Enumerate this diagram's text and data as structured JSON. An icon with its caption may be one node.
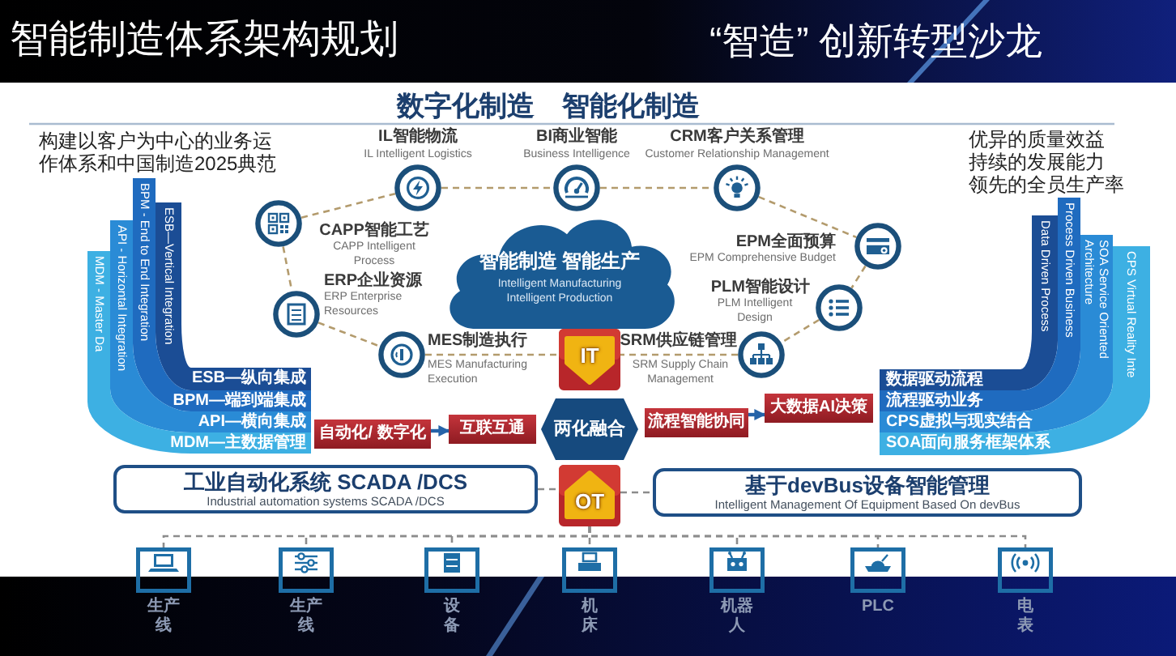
{
  "diagram": {
    "title": "智能制造体系架构规划",
    "nodes": [
      {
        "text": [],
        "shape": "circle",
        "beside": [
          "IL智能物流",
          "IL Intelligent Logistics"
        ]
      },
      {
        "text": [],
        "shape": "circle",
        "beside": [
          "BI商业智能",
          "Business Intelligence"
        ]
      },
      {
        "text": [],
        "shape": "circle",
        "beside": [
          "CRM客户关系管理",
          "Customer Relationship Management"
        ]
      },
      {
        "text": [],
        "shape": "circle",
        "beside": [
          "CAPP智能工艺",
          "CAPP Intelligent Process"
        ]
      },
      {
        "text": [],
        "shape": "circle",
        "beside": [
          "EPM全面预算",
          "EPM Comprehensive Budget"
        ]
      },
      {
        "text": [
          "智能制造 智能生产",
          "Intelligent Manufacturing Intelligent Production"
        ]
      },
      {
        "text": [],
        "shape": "circle",
        "beside": [
          "ERP企业资源",
          "ERP Enterprise Resources"
        ]
      },
      {
        "text": [],
        "shape": "circle",
        "beside": [
          "PLM智能设计",
          "PLM Intelligent Design"
        ]
      },
      {
        "text": [],
        "shape": "circle",
        "beside": [
          "MES制造执行",
          "MES Manufacturing Execution"
        ]
      },
      {
        "text": [
          "IT"
        ]
      },
      {
        "text": [],
        "shape": "circle",
        "beside": [
          "SRM供应链管理",
          "SRM Supply Chain Management"
        ]
      },
      {
        "text": [
          "ESB—Vertical Integration",
          "ESB—纵向集成"
        ]
      },
      {
        "text": [
          "BPM - End to End Integration",
          "BPM—端到端集成"
        ]
      },
      {
        "text": [
          "API - Horizontal Integration",
          "API—横向集成"
        ]
      },
      {
        "text": [
          "MDM - Master Da",
          "MDM—主数据管理"
        ]
      },
      {
        "text": [
          "Data Driven Process",
          "数据驱动流程"
        ]
      },
      {
        "text": [
          "Process Driven Business",
          "流程驱动业务"
        ]
      },
      {
        "text": [
          "SOA Service Oriented Architecture",
          "CPS虚拟与现实结合"
        ]
      },
      {
        "text": [
          "CPS Virtual Reality Inte",
          "SOA面向服务框架体系"
        ]
      },
      {
        "text": [
          "自动化/ 数字化"
        ]
      },
      {
        "text": [
          "互联互通"
        ]
      },
      {
        "text": [
          "两化融合"
        ]
      },
      {
        "text": [
          "流程智能协同"
        ]
      },
      {
        "text": [
          "大数据AI决策"
        ]
      },
      {
        "text": [
          "OT"
        ]
      },
      {
        "text": [
          "工业自动化系统 SCADA /DCS",
          "Industrial automation systems SCADA /DCS"
        ]
      },
      {
        "text": [
          "基于devBus设备智能管理",
          "Intelligent Management Of Equipment Based On devBus"
        ]
      },
      {
        "text": [],
        "shape": "box",
        "beside": [
          "生产线"
        ]
      },
      {
        "text": [],
        "shape": "box",
        "beside": [
          "生产线"
        ]
      },
      {
        "text": [],
        "shape": "box",
        "beside": [
          "设备"
        ]
      },
      {
        "text": [],
        "shape": "box",
        "beside": [
          "机床"
        ]
      },
      {
        "text": [],
        "shape": "box",
        "beside": [
          "机器人"
        ]
      },
      {
        "text": [],
        "shape": "box",
        "beside": [
          "PLC"
        ]
      },
      {
        "text": [],
        "shape": "box",
        "beside": [
          "电表"
        ]
      }
    ],
    "edges": [
      {
        "from": 3,
        "to": 0,
        "arrow": "none",
        "style": "dashed"
      },
      {
        "from": 0,
        "to": 1,
        "arrow": "none",
        "style": "dashed"
      },
      {
        "from": 1,
        "to": 2,
        "arrow": "none",
        "style": "dashed"
      },
      {
        "from": 2,
        "to": 4,
        "arrow": "none",
        "style": "dashed"
      },
      {
        "from": 4,
        "to": 7,
        "arrow": "none",
        "style": "dashed"
      },
      {
        "from": 7,
        "to": 10,
        "arrow": "none",
        "style": "dashed"
      },
      {
        "from": 10,
        "to": 9,
        "arrow": "none",
        "style": "dashed"
      },
      {
        "from": 3,
        "to": 6,
        "arrow": "none",
        "style": "dashed"
      },
      {
        "from": 6,
        "to": 8,
        "arrow": "none",
        "style": "dashed"
      },
      {
        "from": 8,
        "to": 9,
        "arrow": "none",
        "style": "dashed"
      },
      {
        "from": 19,
        "to": 20,
        "arrow": "to",
        "color": "#2563a8"
      },
      {
        "from": 22,
        "to": 23,
        "arrow": "to",
        "color": "#2563a8"
      },
      {
        "from": 25,
        "to": 24,
        "arrow": "none",
        "style": "dashed",
        "color": "#8c8c8c"
      },
      {
        "from": 24,
        "to": 26,
        "arrow": "none",
        "style": "dashed",
        "color": "#8c8c8c"
      },
      {
        "from": 24,
        "to": 27,
        "arrow": "none",
        "style": "dashed",
        "color": "#8c8c8c"
      },
      {
        "from": 24,
        "to": 28,
        "arrow": "none",
        "style": "dashed",
        "color": "#8c8c8c"
      },
      {
        "from": 24,
        "to": 29,
        "arrow": "none",
        "style": "dashed",
        "color": "#8c8c8c"
      },
      {
        "from": 24,
        "to": 30,
        "arrow": "none",
        "style": "dashed",
        "color": "#8c8c8c"
      },
      {
        "from": 24,
        "to": 31,
        "arrow": "none",
        "style": "dashed",
        "color": "#8c8c8c"
      },
      {
        "from": 24,
        "to": 32,
        "arrow": "none",
        "style": "dashed",
        "color": "#8c8c8c"
      },
      {
        "from": 24,
        "to": 33,
        "arrow": "none",
        "style": "dashed",
        "color": "#8c8c8c"
      }
    ],
    "labels": [
      "“智造” 创新转型沙龙",
      "数字化制造",
      "智能化制造",
      "构建以客户为中心的业务运作体系和中国制造2025典范",
      "优异的质量效益",
      "持续的发展能力",
      "领先的全员生产率"
    ]
  }
}
